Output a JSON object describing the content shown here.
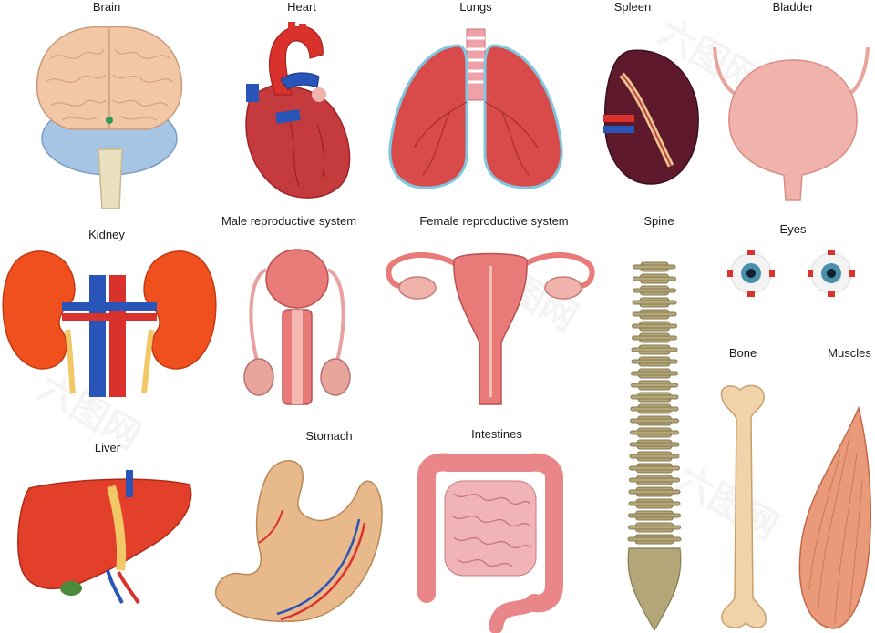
{
  "organs": {
    "brain": "Brain",
    "heart": "Heart",
    "lungs": "Lungs",
    "spleen": "Spleen",
    "bladder": "Bladder",
    "kidney": "Kidney",
    "male_reproductive": "Male reproductive system",
    "female_reproductive": "Female reproductive system",
    "spine": "Spine",
    "eyes": "Eyes",
    "bone": "Bone",
    "muscles": "Muscles",
    "liver": "Liver",
    "stomach": "Stomach",
    "intestines": "Intestines"
  },
  "watermark": "六图网",
  "colors": {
    "organ_red": "#d94a4a",
    "dark_red": "#b0302c",
    "vein_blue": "#2a55b8",
    "artery_red": "#d9312c",
    "brain_tan": "#f2c7a6",
    "brain_blue": "#a6c4e3",
    "bone_beige": "#f0d3a8",
    "spine_olive": "#b3a779",
    "bladder_pink": "#f0b3ab",
    "stomach_tan": "#e8b98a",
    "kidney_orange": "#f0501e",
    "liver_red": "#e2402a",
    "spleen_purple": "#5e1a2c",
    "intestine_pink": "#e8868a",
    "muscle_orange": "#ea9a78"
  }
}
